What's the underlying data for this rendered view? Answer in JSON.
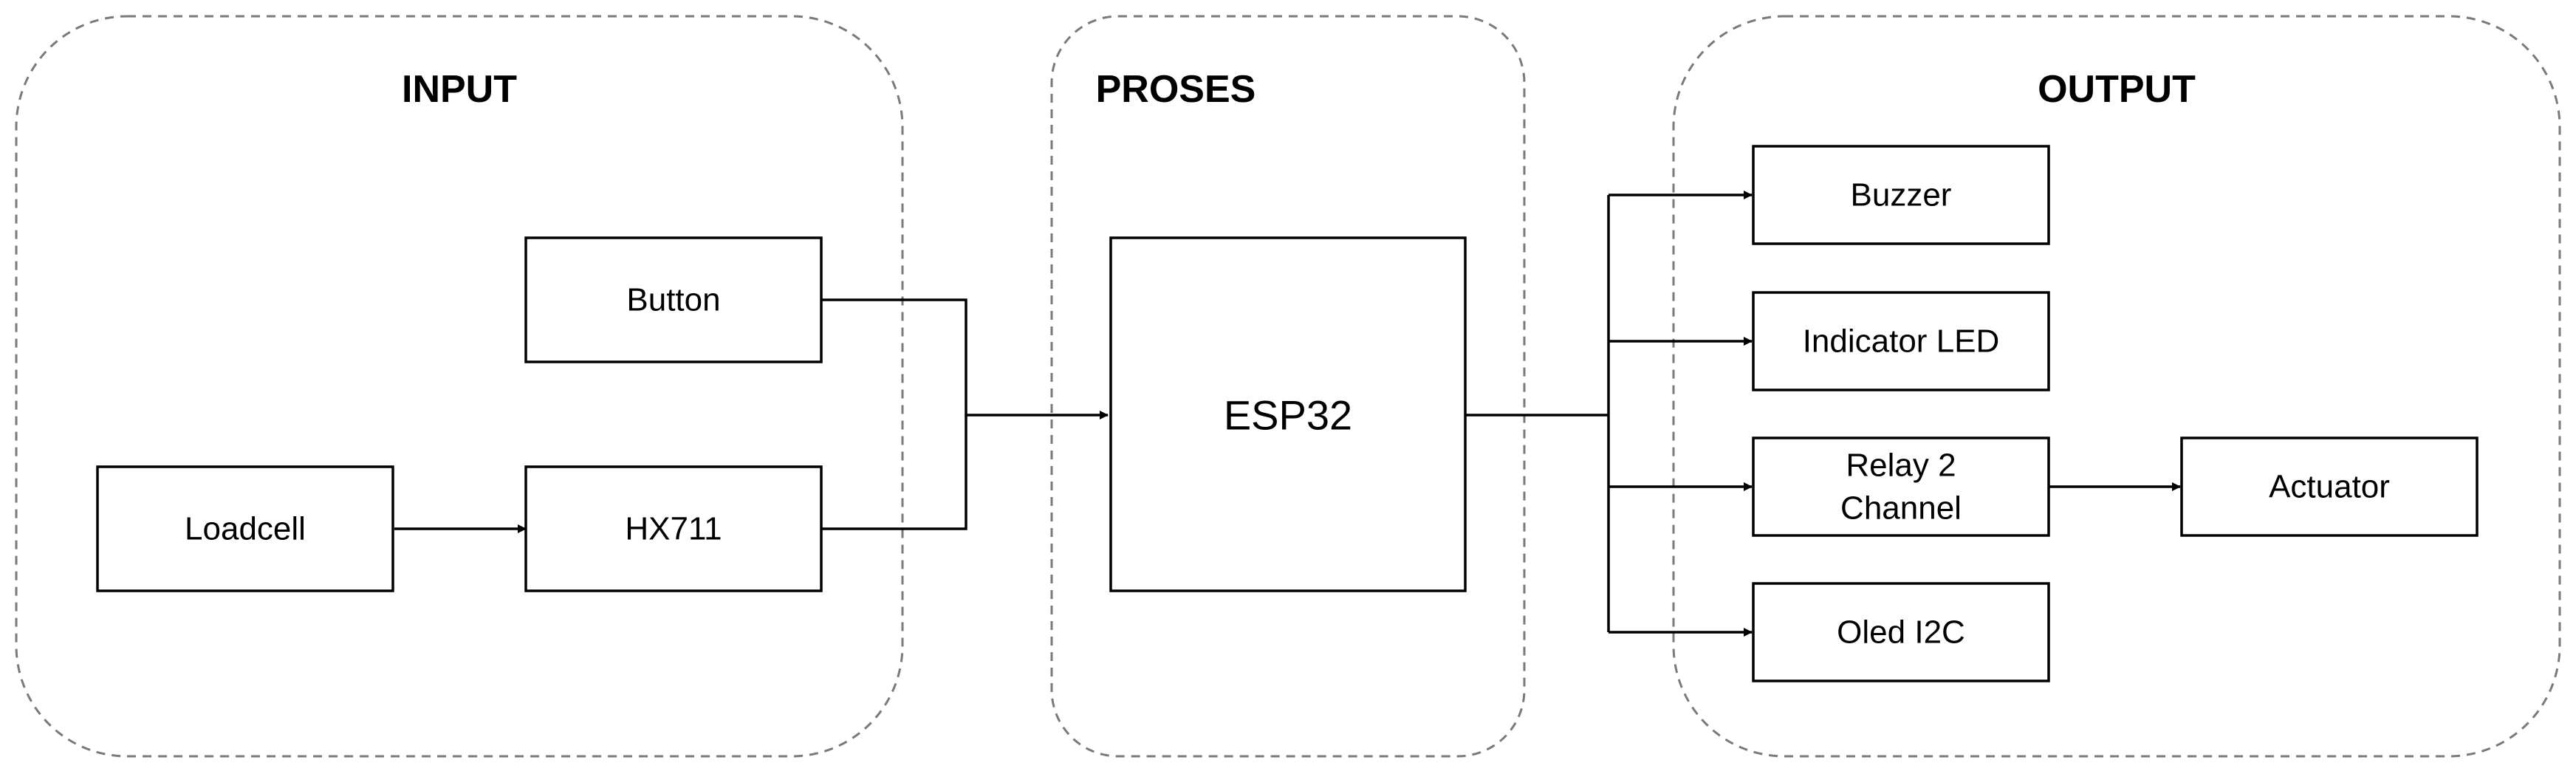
{
  "groups": {
    "input": {
      "title": "INPUT"
    },
    "process": {
      "title": "PROSES"
    },
    "output": {
      "title": "OUTPUT"
    }
  },
  "nodes": {
    "button": {
      "label": "Button"
    },
    "loadcell": {
      "label": "Loadcell"
    },
    "hx711": {
      "label": "HX711"
    },
    "esp32": {
      "label": "ESP32"
    },
    "buzzer": {
      "label": "Buzzer"
    },
    "indicator_led": {
      "label": "Indicator LED"
    },
    "relay": {
      "label_line1": "Relay 2",
      "label_line2": "Channel"
    },
    "oled": {
      "label": "Oled I2C"
    },
    "actuator": {
      "label": "Actuator"
    }
  },
  "edges": [
    {
      "from": "loadcell",
      "to": "hx711"
    },
    {
      "from": "button",
      "to": "esp32"
    },
    {
      "from": "hx711",
      "to": "esp32"
    },
    {
      "from": "esp32",
      "to": "buzzer"
    },
    {
      "from": "esp32",
      "to": "indicator_led"
    },
    {
      "from": "esp32",
      "to": "relay"
    },
    {
      "from": "esp32",
      "to": "oled"
    },
    {
      "from": "relay",
      "to": "actuator"
    }
  ]
}
